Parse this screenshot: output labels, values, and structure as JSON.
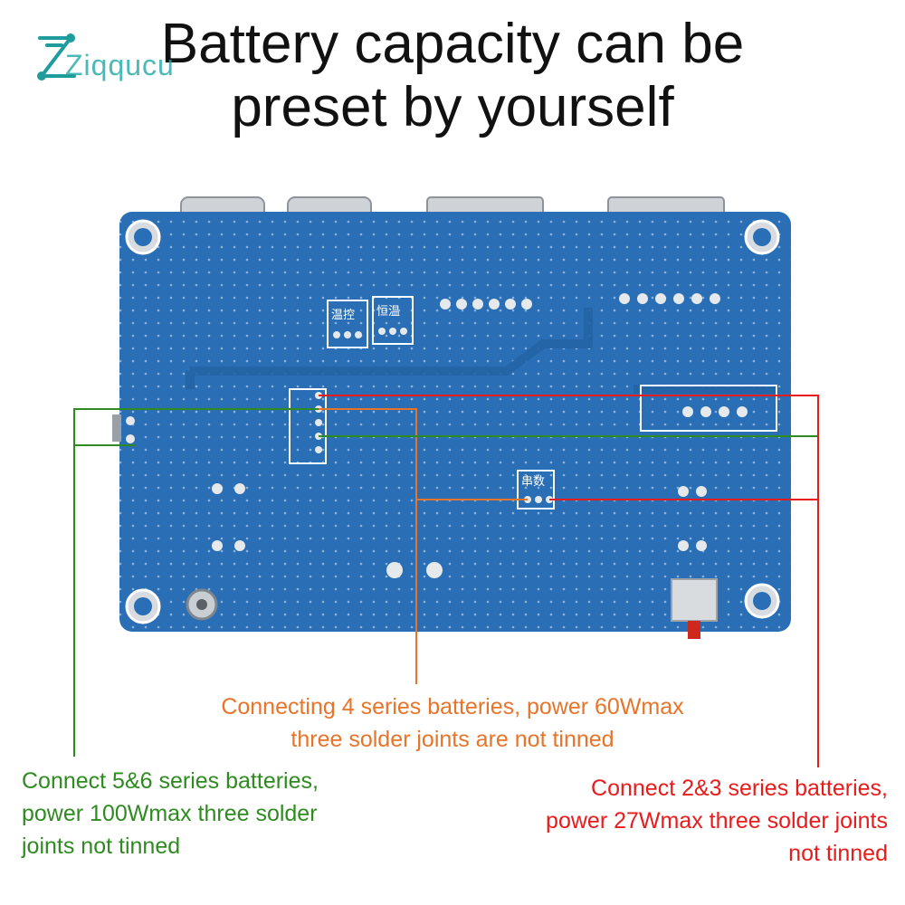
{
  "title": {
    "line1": "Battery capacity can be",
    "line2": "preset by yourself"
  },
  "logo": {
    "text": "Ziqqucu",
    "icon": "z-circuit-logo"
  },
  "board": {
    "color": "#2a6fb5",
    "silkscreen_labels": [
      "温控",
      "恒温",
      "串数"
    ]
  },
  "callouts": {
    "orange": {
      "color": "#e8742a",
      "lines": [
        "Connecting 4 series batteries, power 60Wmax",
        "three solder joints are not tinned"
      ]
    },
    "green": {
      "color": "#2e8b1f",
      "lines": [
        "Connect 5&6 series batteries,",
        "power 100Wmax three solder",
        "joints not tinned"
      ]
    },
    "red": {
      "color": "#e81c1c",
      "lines": [
        "Connect 2&3 series batteries,",
        "power 27Wmax three solder joints",
        "not tinned"
      ]
    }
  }
}
